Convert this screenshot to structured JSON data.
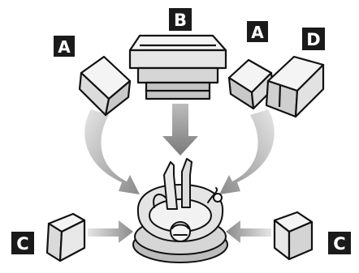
{
  "labels": {
    "front_left": "A",
    "center": "B",
    "front_right": "A",
    "subwoofer": "D",
    "surround_left": "C",
    "surround_right": "C"
  },
  "icons": {
    "speaker": "speaker-icon",
    "listener": "listener-icon",
    "arrow": "arrow-icon"
  },
  "colors": {
    "badge": "#1a1a1a",
    "badge_text": "#ffffff",
    "arrow": "#9a9a9a",
    "speaker_fill": "#ececec",
    "outline": "#111111"
  }
}
